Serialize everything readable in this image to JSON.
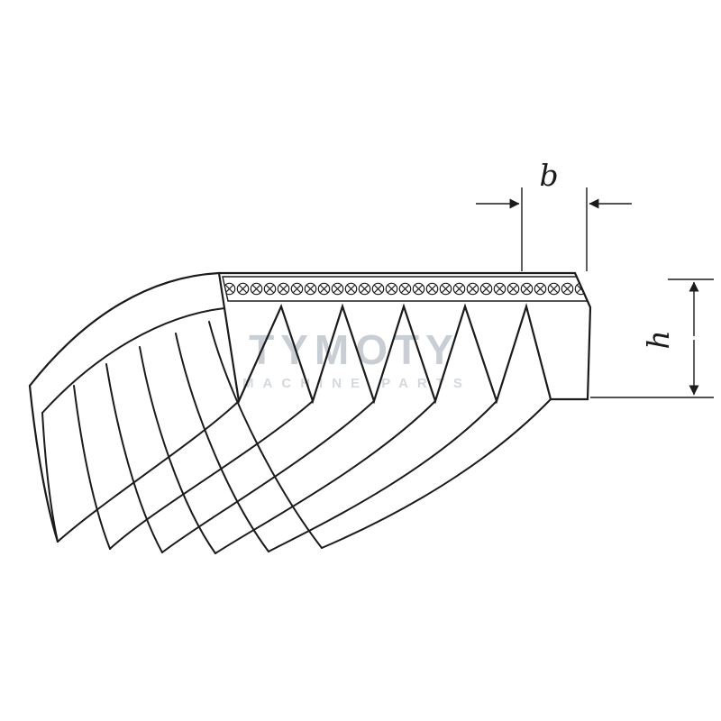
{
  "diagram": {
    "dimensions": {
      "width_label": "b",
      "height_label": "h"
    },
    "watermark": {
      "title": "TYMOTY",
      "subtitle": "MACHINE PARTS"
    },
    "belt": {
      "visible_rib_tips": 6,
      "visible_grooves": 5,
      "hatch_band_symbol": "circled-x"
    },
    "colors": {
      "line": "#1b1b1b",
      "background": "#ffffff",
      "watermark_primary": "#c9ced4",
      "watermark_secondary": "#d4d9de"
    }
  }
}
